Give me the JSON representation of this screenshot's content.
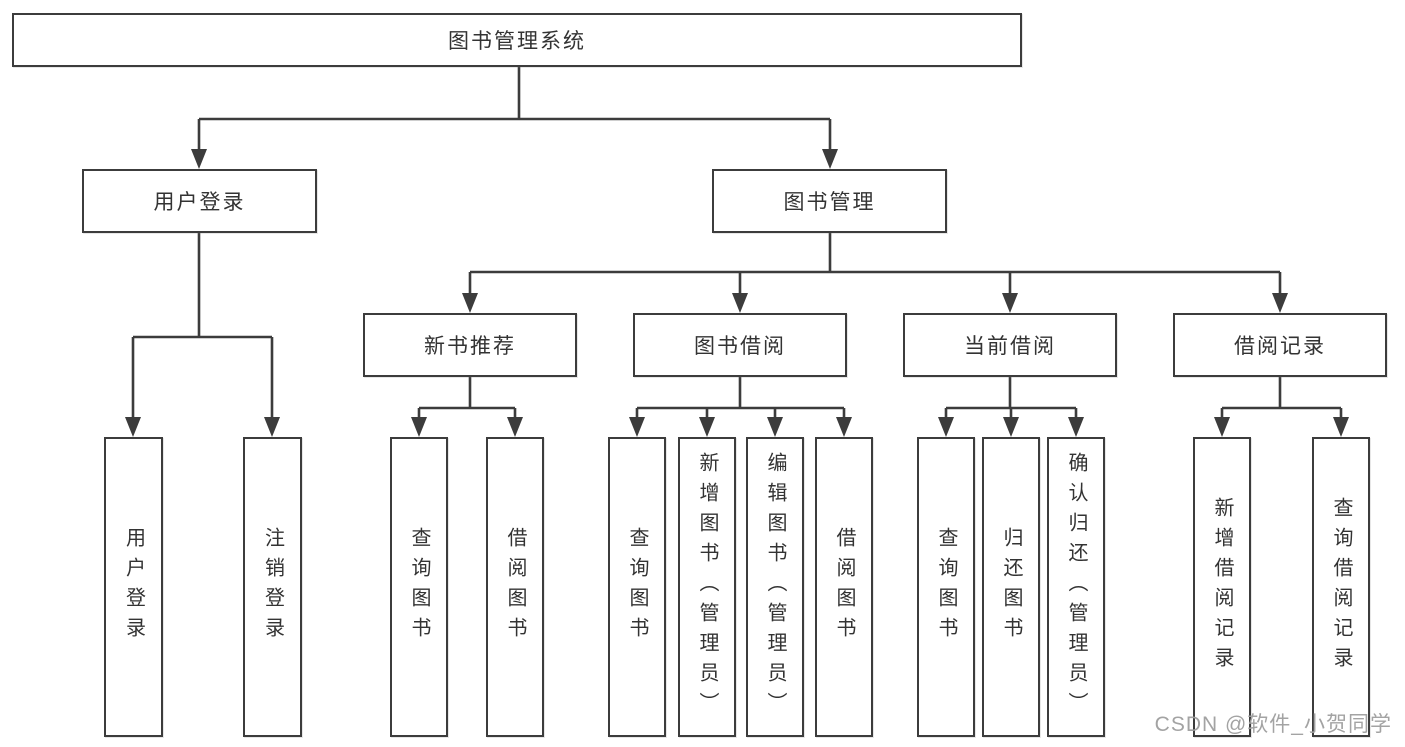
{
  "tree": {
    "root": "图书管理系统",
    "children": [
      {
        "label": "用户登录",
        "children": [
          {
            "label": "用户登录"
          },
          {
            "label": "注销登录"
          }
        ]
      },
      {
        "label": "图书管理",
        "children": [
          {
            "label": "新书推荐",
            "children": [
              {
                "label": "查询图书"
              },
              {
                "label": "借阅图书"
              }
            ]
          },
          {
            "label": "图书借阅",
            "children": [
              {
                "label": "查询图书"
              },
              {
                "label": "新增图书（管理员）"
              },
              {
                "label": "编辑图书（管理员）"
              },
              {
                "label": "借阅图书"
              }
            ]
          },
          {
            "label": "当前借阅",
            "children": [
              {
                "label": "查询图书"
              },
              {
                "label": "归还图书"
              },
              {
                "label": "确认归还（管理员）"
              }
            ]
          },
          {
            "label": "借阅记录",
            "children": [
              {
                "label": "新增借阅记录"
              },
              {
                "label": "查询借阅记录"
              }
            ]
          }
        ]
      }
    ]
  },
  "watermark": {
    "text": "CSDN @软件_小贺同学"
  },
  "colors": {
    "line": "#3c3c3c",
    "text": "#333333",
    "box_fill": "#ffffff",
    "watermark": "#9e9e9e",
    "background": "#ffffff"
  }
}
